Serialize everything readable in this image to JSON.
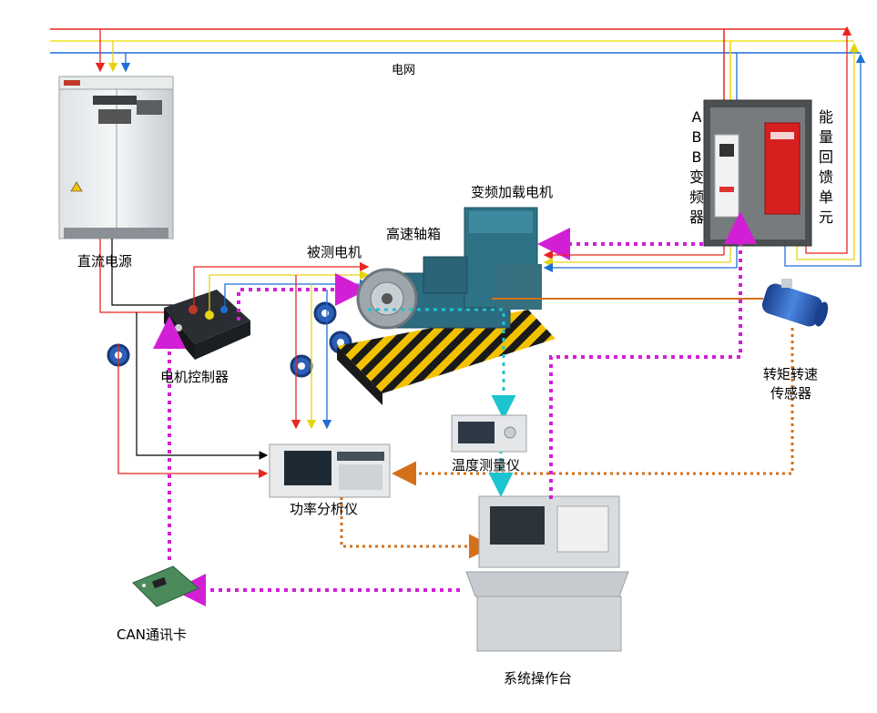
{
  "labels": {
    "grid": "电网",
    "dc_supply": "直流电源",
    "motor_under_test": "被测电机",
    "gearbox": "高速轴箱",
    "load_motor": "变频加载电机",
    "motor_controller": "电机控制器",
    "torque_sensor_line1": "转矩转速",
    "torque_sensor_line2": "传感器",
    "temp_meter": "温度测量仪",
    "power_analyzer": "功率分析仪",
    "can_card": "CAN通讯卡",
    "console": "系统操作台",
    "abb_vfd": "ABB变频器",
    "regen_unit": "能量回馈单元"
  },
  "colors": {
    "phase_a": "#e8261f",
    "phase_b": "#f2e21a",
    "phase_c": "#1d6fd6",
    "signal_black": "#000000",
    "comm_magenta": "#d21fd6",
    "temp_cyan": "#1cc4cf",
    "torque_orange": "#d4701a"
  },
  "icons": [
    "dc-cabinet-icon",
    "motor-controller-icon",
    "current-clamp-icon",
    "test-bench-icon",
    "vfd-cabinet-icon",
    "torque-sensor-icon",
    "temp-meter-icon",
    "power-analyzer-icon",
    "can-card-icon",
    "console-icon"
  ]
}
